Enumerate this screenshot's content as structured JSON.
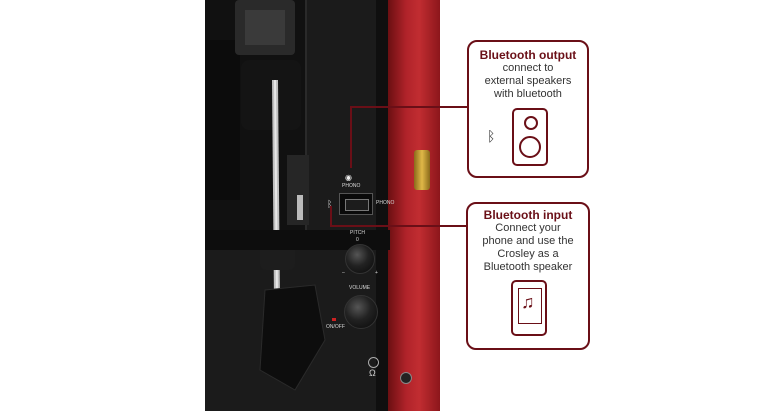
{
  "panel": {
    "phono_label": "PHONO",
    "switch_label": "PHONO",
    "pitch_label": "PITCH",
    "pitch_zero": "0",
    "pitch_minus": "–",
    "pitch_plus": "+",
    "volume_label": "VOLUME",
    "power_label": "ON/OFF"
  },
  "callouts": [
    {
      "title": "Bluetooth output",
      "body": "connect to\nexternal speakers\nwith bluetooth",
      "icon": "speaker-icon"
    },
    {
      "title": "Bluetooth input",
      "body": "Connect your\nphone and use the\nCrosley as a\nBluetooth speaker",
      "icon": "phone-music-icon"
    }
  ],
  "colors": {
    "accent": "#6a0f17",
    "plinth": "#b0232a"
  }
}
